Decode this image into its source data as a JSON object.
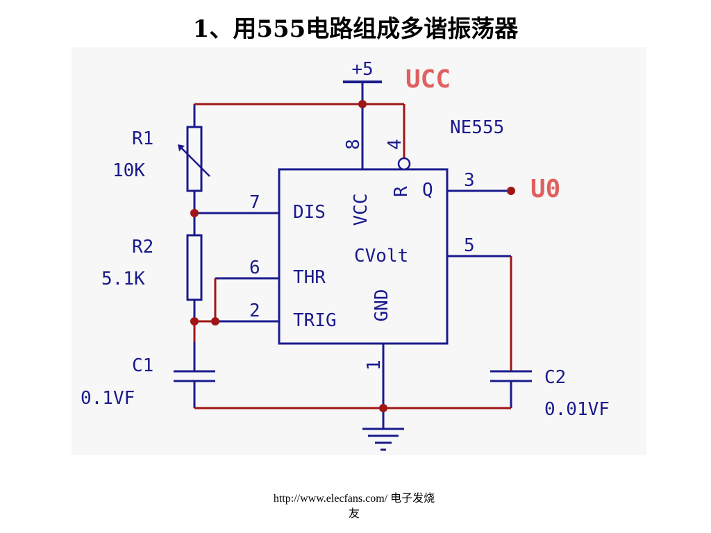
{
  "title": "1、用555电路组成多谐振荡器",
  "schematic": {
    "supply_label": "+5",
    "ucc_label": "UCC",
    "chip_name": "NE555",
    "output_label": "U0",
    "pins": {
      "p1": "1",
      "p2": "2",
      "p3": "3",
      "p4": "4",
      "p5": "5",
      "p6": "6",
      "p7": "7",
      "p8": "8"
    },
    "pin_names": {
      "dis": "DIS",
      "thr": "THR",
      "trig": "TRIG",
      "cvolt": "CVolt",
      "q": "Q",
      "r": "R",
      "vcc": "VCC",
      "gnd": "GND"
    },
    "components": {
      "r1_name": "R1",
      "r1_value": "10K",
      "r2_name": "R2",
      "r2_value": "5.1K",
      "c1_name": "C1",
      "c1_value": "0.1VF",
      "c2_name": "C2",
      "c2_value": "0.01VF"
    },
    "colors": {
      "blue_wire": "#1a1a8c",
      "red_wire": "#a01616",
      "red_text": "#e06060",
      "node": "#a01616"
    }
  },
  "footer": {
    "line1": "http://www.elecfans.com/ 电子发烧",
    "line2": "友"
  }
}
